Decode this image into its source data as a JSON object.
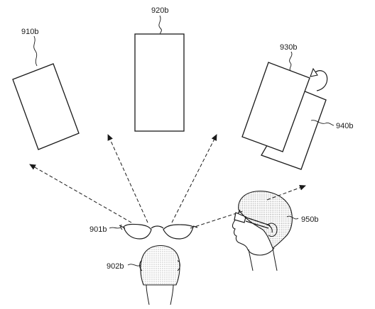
{
  "labels": {
    "panel_910b": "910b",
    "panel_920b": "920b",
    "panel_930b": "930b",
    "panel_940b": "940b",
    "glasses_901b": "901b",
    "head_902b": "902b",
    "user_950b": "950b"
  },
  "colors": {
    "line": "#1a1a1a",
    "stipple": "#8a8a8a",
    "background": "#ffffff"
  },
  "icons": {
    "rotation": "curved-arrow-icon",
    "gaze": "dashed-arrow-icon",
    "glasses": "eyeglasses-icon"
  }
}
